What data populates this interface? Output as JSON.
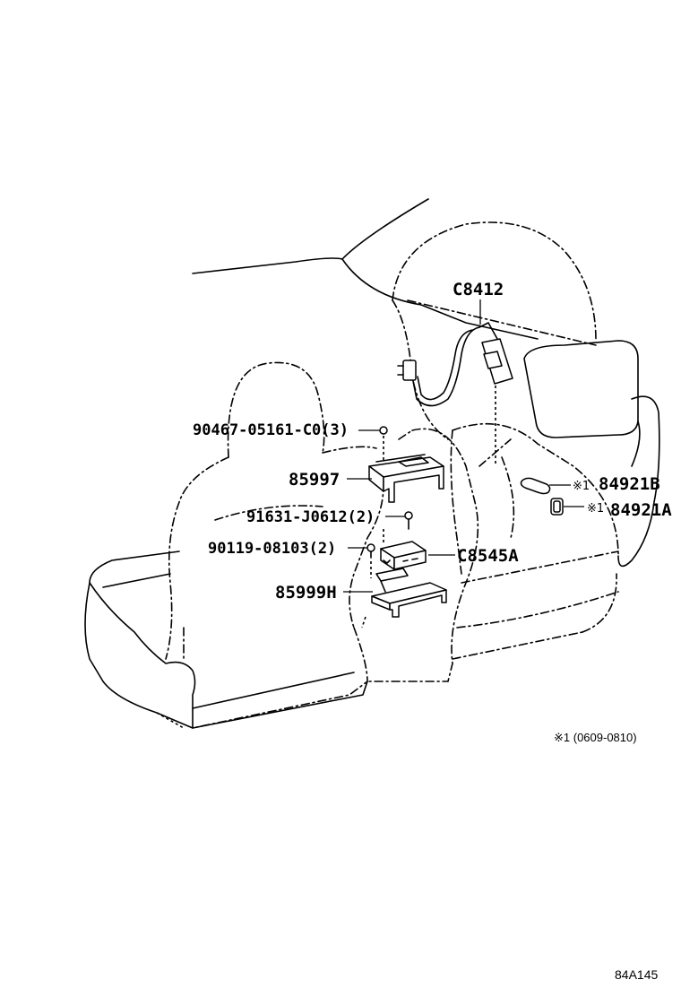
{
  "parts": {
    "c8412": "C8412",
    "bolt_90467": "90467-05161-C0(3)",
    "bracket_85997": "85997",
    "screw_91631": "91631-J0612(2)",
    "screw_90119": "90119-08103(2)",
    "ecu_c8545a": "C8545A",
    "bracket_85999h": "85999H",
    "switch_84921b": "84921B",
    "switch_84921a": "84921A"
  },
  "markers": {
    "note_mark": "※1"
  },
  "footnote": "※1 (0609-0810)",
  "diagram_code": "84A145"
}
